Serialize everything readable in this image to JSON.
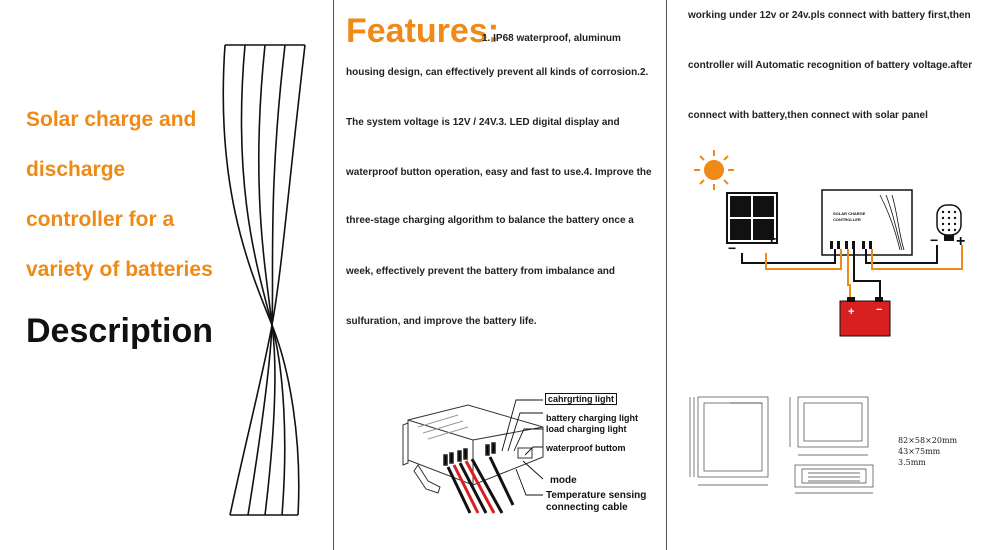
{
  "left": {
    "title_lines": [
      "Solar charge and",
      "discharge",
      "controller for a",
      "variety of batteries"
    ],
    "section_label": "Description"
  },
  "features": {
    "title": "Features:",
    "lines": [
      "1. IP68 waterproof, aluminum",
      "housing design, can effectively prevent all kinds of corrosion.2.",
      "The system voltage is 12V / 24V.3. LED digital display and",
      "waterproof button operation, easy and fast to use.4. Improve the",
      "three-stage charging algorithm to balance the battery once a",
      "week, effectively prevent the battery from imbalance and",
      "sulfuration, and improve the battery life."
    ]
  },
  "device_labels": {
    "charging_light": "cahrgrting light",
    "battery_light": "battery charging light",
    "load_light": "load charging light",
    "waterproof_button": "waterproof buttom",
    "mode": "mode",
    "temp_sensing": "Temperature sensing",
    "cable": "connecting cable"
  },
  "install": {
    "lines": [
      "working under 12v or 24v.pls connect with battery first,then",
      "controller will Automatic recognition of battery voltage.after",
      "connect with battery,then connect with solar panel"
    ],
    "controller_text": [
      "SOLAR CHARGE",
      "CONTROLLER"
    ],
    "minus": "−",
    "plus": "+",
    "battery_minus": "−",
    "battery_plus": "+"
  },
  "dimensions": {
    "lines": [
      "82×58×20mm",
      "43×75mm",
      "3.5mm"
    ]
  },
  "colors": {
    "accent": "#ef8a16",
    "wire_orange": "#ef8a16",
    "battery_red": "#d92020"
  }
}
